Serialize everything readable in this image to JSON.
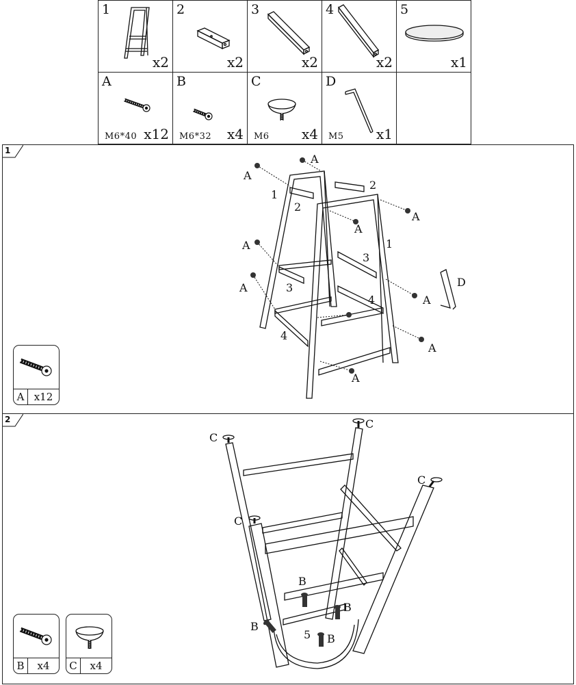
{
  "parts_table": {
    "row1": [
      {
        "id": "1",
        "qty": "x2"
      },
      {
        "id": "2",
        "qty": "x2"
      },
      {
        "id": "3",
        "qty": "x2"
      },
      {
        "id": "4",
        "qty": "x2"
      },
      {
        "id": "5",
        "qty": "x1"
      }
    ],
    "row2": [
      {
        "id": "A",
        "spec": "M6*40",
        "qty": "x12"
      },
      {
        "id": "B",
        "spec": "M6*32",
        "qty": "x4"
      },
      {
        "id": "C",
        "spec": "M6",
        "qty": "x4"
      },
      {
        "id": "D",
        "spec": "M5",
        "qty": "x1"
      }
    ]
  },
  "step1": {
    "number": "1",
    "labels": {
      "A": "A",
      "D": "D",
      "p1": "1",
      "p2": "2",
      "p3": "3",
      "p4": "4"
    },
    "hardware": {
      "code": "A",
      "count": "x12"
    }
  },
  "step2": {
    "number": "2",
    "labels": {
      "B": "B",
      "C": "C",
      "p5": "5"
    },
    "hardware": [
      {
        "code": "B",
        "count": "x4"
      },
      {
        "code": "C",
        "count": "x4"
      }
    ]
  }
}
